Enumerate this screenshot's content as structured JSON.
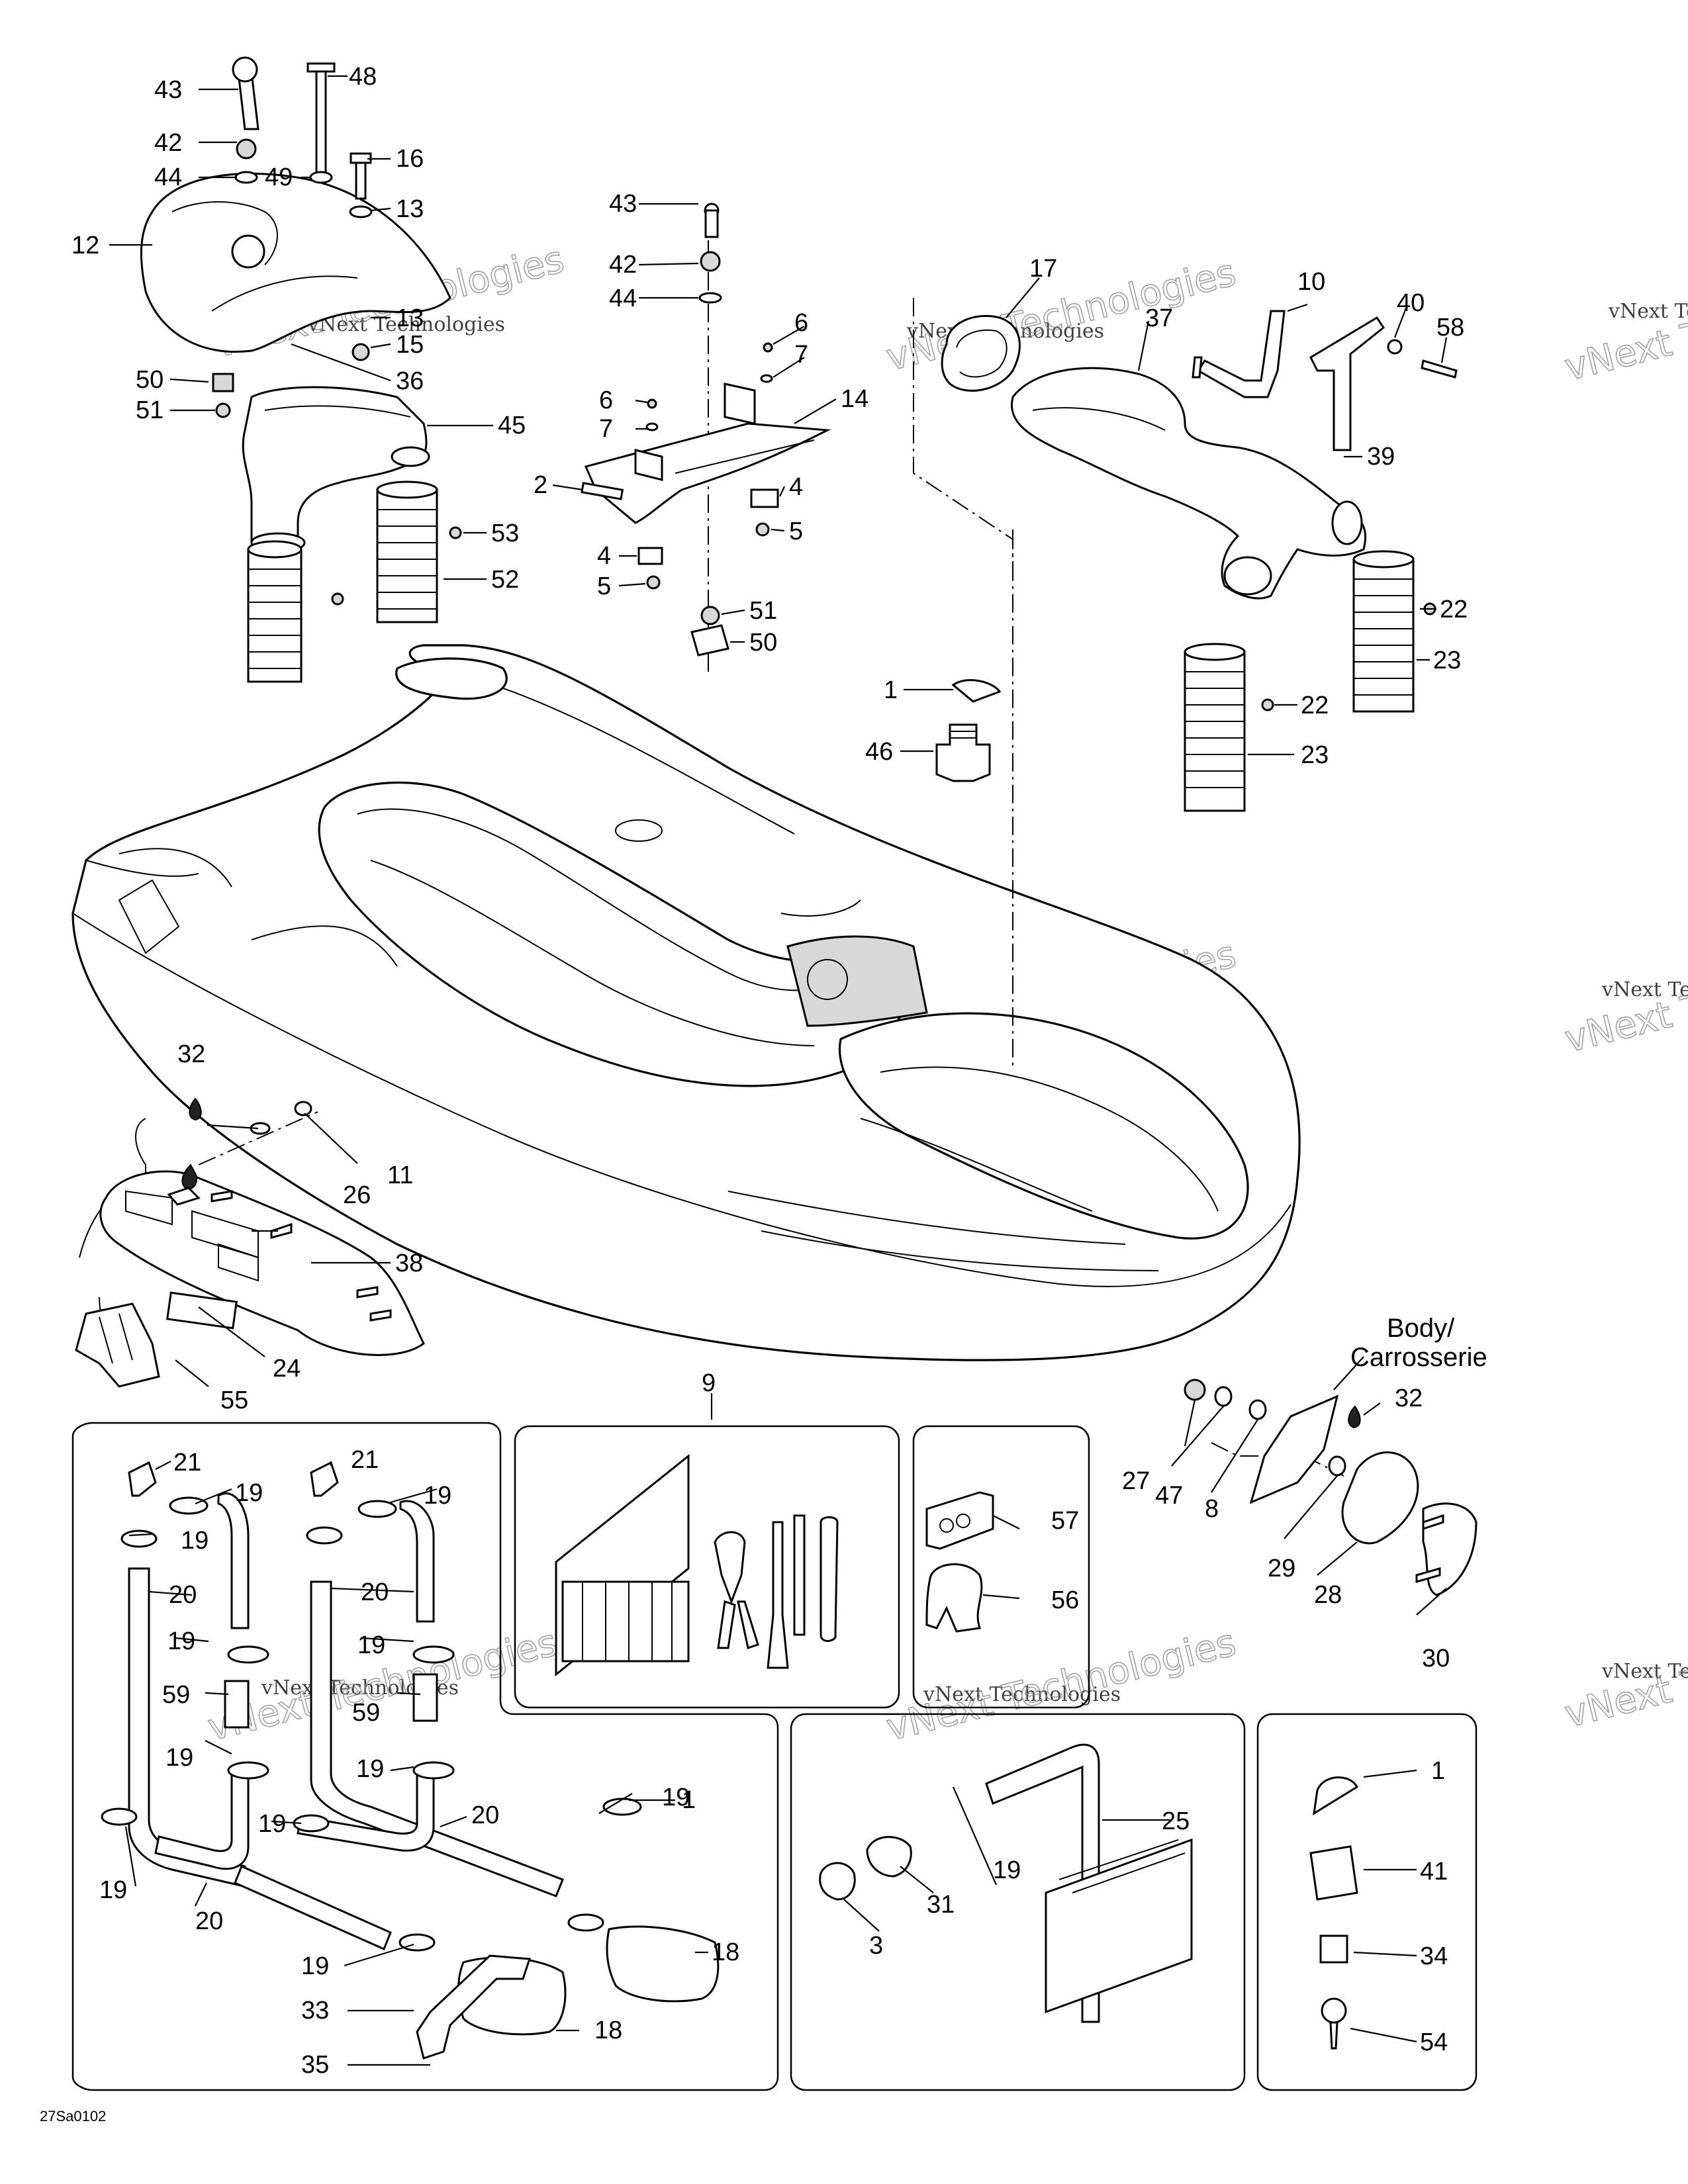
{
  "figure_code": "27Sa0102",
  "body_label": {
    "line1": "Body/",
    "line2": "Carrosserie"
  },
  "watermark": {
    "line1": "vNext Technologies",
    "line2": "vNext Technologies"
  },
  "callouts": {
    "c43a": "43",
    "c48": "48",
    "c42a": "42",
    "c44a": "44",
    "c49": "49",
    "c16": "16",
    "c13a": "13",
    "c12": "12",
    "c13b": "13",
    "c15": "15",
    "c50a": "50",
    "c36": "36",
    "c51a": "51",
    "c45": "45",
    "c53": "53",
    "c52": "52",
    "c43b": "43",
    "c42b": "42",
    "c44b": "44",
    "c6a": "6",
    "c7a": "7",
    "c6b": "6",
    "c7b": "7",
    "c14": "14",
    "c2": "2",
    "c4a": "4",
    "c5a": "5",
    "c4b": "4",
    "c5b": "5",
    "c51b": "51",
    "c50b": "50",
    "c1a": "1",
    "c46": "46",
    "c17": "17",
    "c10": "10",
    "c40": "40",
    "c58": "58",
    "c37": "37",
    "c39": "39",
    "c22a": "22",
    "c23a": "23",
    "c22b": "22",
    "c23b": "23",
    "c32a": "32",
    "c11": "11",
    "c26": "26",
    "c38": "38",
    "c24": "24",
    "c55": "55",
    "c9": "9",
    "c32b": "32",
    "c27": "27",
    "c47": "47",
    "c8": "8",
    "c29": "29",
    "c28": "28",
    "c30": "30",
    "c21a": "21",
    "c21b": "21",
    "c19a": "19",
    "c19b": "19",
    "c19c": "19",
    "c20a": "20",
    "c20b": "20",
    "c19d": "19",
    "c19e": "19",
    "c59a": "59",
    "c59b": "59",
    "c19f": "19",
    "c19g": "19",
    "c20c": "20",
    "c19h": "19",
    "c19i": "19",
    "c20d": "20",
    "c19j": "19",
    "c18a": "18",
    "c19k": "19",
    "c33": "33",
    "c18b": "18",
    "c35": "35",
    "c1b": "1",
    "c57": "57",
    "c56": "56",
    "c25": "25",
    "c19l": "19",
    "c31": "31",
    "c3": "3",
    "c1c": "1",
    "c41": "41",
    "c34": "34",
    "c54": "54"
  }
}
